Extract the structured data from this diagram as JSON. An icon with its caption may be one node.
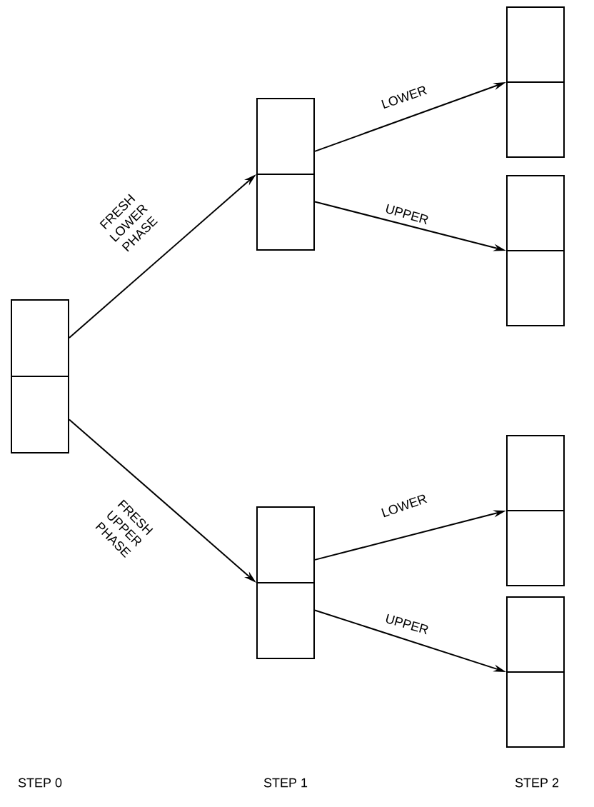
{
  "diagram": {
    "nodes": [
      {
        "text": [],
        "shape": "box"
      },
      {
        "text": [],
        "shape": "box"
      },
      {
        "text": [],
        "shape": "box"
      },
      {
        "text": [],
        "shape": "box"
      },
      {
        "text": [],
        "shape": "box"
      },
      {
        "text": [],
        "shape": "box"
      },
      {
        "text": [],
        "shape": "box"
      }
    ],
    "edges": [
      {
        "from": 0,
        "to": 1,
        "arrow": "to",
        "label": "FRESH LOWER PHASE"
      },
      {
        "from": 0,
        "to": 2,
        "arrow": "to",
        "label": "FRESH UPPER PHASE"
      },
      {
        "from": 1,
        "to": 3,
        "arrow": "to",
        "label": "LOWER"
      },
      {
        "from": 1,
        "to": 4,
        "arrow": "to",
        "label": "UPPER"
      },
      {
        "from": 2,
        "to": 5,
        "arrow": "to",
        "label": "LOWER"
      },
      {
        "from": 2,
        "to": 6,
        "arrow": "to",
        "label": "UPPER"
      }
    ],
    "labels": [
      "STEP 0",
      "STEP 1",
      "STEP 2"
    ]
  }
}
